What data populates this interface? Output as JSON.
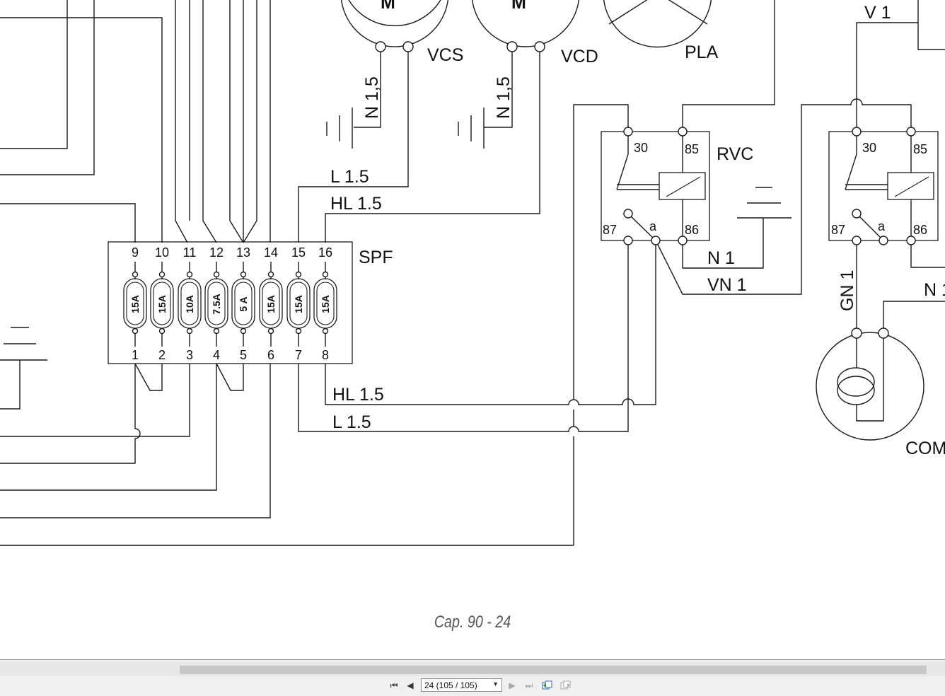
{
  "components": {
    "vcs": "VCS",
    "vcd": "VCD",
    "pla": "PLA",
    "rvc": "RVC",
    "spf": "SPF",
    "com": "COM",
    "motor_glyph": "M"
  },
  "wires": {
    "n15_left": "N 1,5",
    "n15_right": "N 1,5",
    "l15_top": "L 1.5",
    "hl15_top": "HL 1.5",
    "hl15_bottom": "HL 1.5",
    "l15_bottom": "L 1.5",
    "v1": "V 1",
    "n1": "N 1",
    "vn1": "VN 1",
    "gn1": "GN 1",
    "n1_right": "N 1"
  },
  "relay_pins": {
    "rvc": [
      "30",
      "85",
      "87",
      "a",
      "86"
    ],
    "right": [
      "30",
      "85",
      "87",
      "a",
      "86"
    ]
  },
  "fusebox": {
    "top_pins": [
      "9",
      "10",
      "11",
      "12",
      "13",
      "14",
      "15",
      "16"
    ],
    "bottom_pins": [
      "1",
      "2",
      "3",
      "4",
      "5",
      "6",
      "7",
      "8"
    ],
    "ratings": [
      "15A",
      "15A",
      "10A",
      "7.5A",
      "5 A",
      "15A",
      "15A",
      "15A"
    ]
  },
  "caption": "Cap. 90 - 24",
  "toolbar": {
    "page_display": "24 (105 / 105)",
    "first_icon": "first-page-icon",
    "prev_icon": "previous-page-icon",
    "next_icon": "next-page-icon",
    "last_icon": "last-page-icon",
    "back_icon": "go-back-icon",
    "forward_icon": "go-forward-icon"
  }
}
